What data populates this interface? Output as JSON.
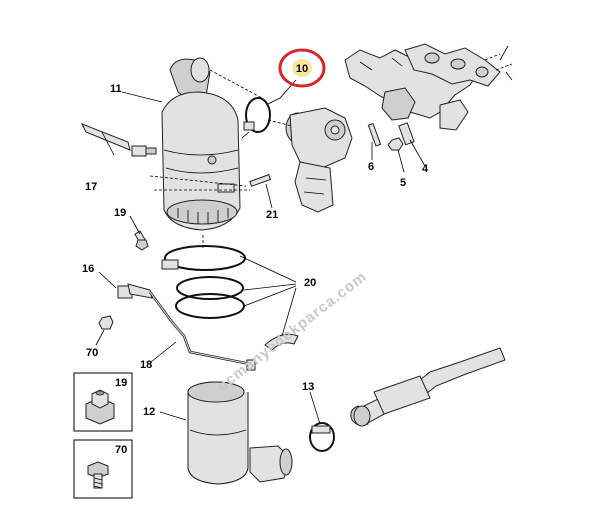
{
  "diagram": {
    "callouts": {
      "c11": "11",
      "c10": "10",
      "c17": "17",
      "c6": "6",
      "c4": "4",
      "c5": "5",
      "c19": "19",
      "c21": "21",
      "c16": "16",
      "c20": "20",
      "c70": "70",
      "c18": "18",
      "c13": "13",
      "c12": "12"
    },
    "legend": {
      "box_a_number": "19",
      "box_b_number": "70"
    },
    "watermark": "ucmanyedekparca.com",
    "highlight_color": "#d9252b",
    "highlight_fill": "#fbe6a0"
  }
}
